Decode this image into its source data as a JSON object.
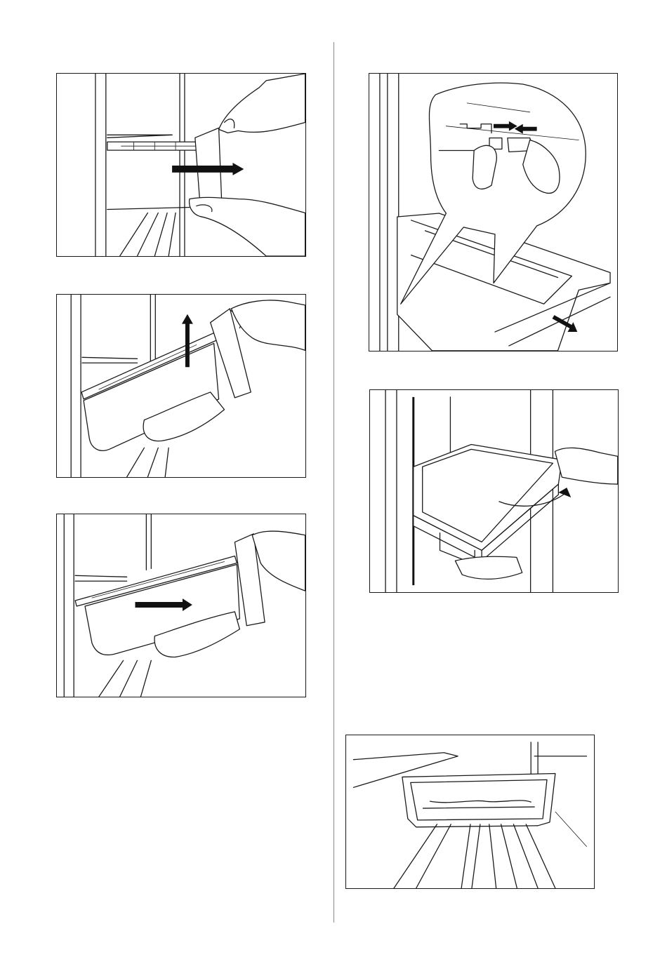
{
  "figures": [
    {
      "id": "fig1",
      "action": "pull-drawer-out"
    },
    {
      "id": "fig2",
      "action": "lift-drawer-up"
    },
    {
      "id": "fig3",
      "action": "slide-drawer-out"
    },
    {
      "id": "fig4",
      "action": "release-shelf-clips"
    },
    {
      "id": "fig5",
      "action": "tilt-shelf-out"
    },
    {
      "id": "fig6",
      "action": "bottom-tray-view"
    }
  ],
  "icons": {
    "arrow": "arrow-right-icon",
    "arrow_up": "arrow-up-icon",
    "arrow_curved": "curved-arrow-icon"
  },
  "colors": {
    "line": "#1a1a1a",
    "background": "#ffffff",
    "divider": "#8a8a8a"
  }
}
